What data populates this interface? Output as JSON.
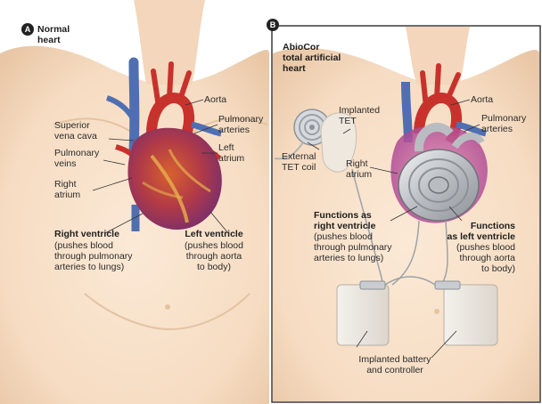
{
  "panel_a": {
    "badge": "A",
    "title": "Normal\nheart",
    "labels": {
      "superior_vena_cava": "Superior\nvena cava",
      "pulmonary_veins": "Pulmonary\nveins",
      "right_atrium": "Right\natrium",
      "aorta": "Aorta",
      "pulmonary_arteries": "Pulmonary\narteries",
      "left_atrium": "Left\natrium",
      "right_ventricle_title": "Right ventricle",
      "right_ventricle_desc": "(pushes blood\nthrough pulmonary\narteries to lungs)",
      "left_ventricle_title": "Left ventricle",
      "left_ventricle_desc": "(pushes blood\nthrough aorta\nto body)"
    }
  },
  "panel_b": {
    "badge": "B",
    "title": "AbioCor\ntotal artificial\nheart",
    "labels": {
      "implanted_tet": "Implanted\nTET",
      "external_tet_coil": "External\nTET coil",
      "right_atrium": "Right\natrium",
      "aorta": "Aorta",
      "pulmonary_arteries": "Pulmonary\narteries",
      "functions_right_title": "Functions as\nright ventricle",
      "functions_right_desc": "(pushes blood\nthrough pulmonary\narteries to lungs)",
      "functions_left_title": "Functions\nas left ventricle",
      "functions_left_desc": "(pushes blood\nthrough aorta\nto body)",
      "battery_controller": "Implanted battery\nand controller"
    }
  },
  "colors": {
    "skin": "#f7e0c8",
    "skin_shade": "#eccaa7",
    "vein_blue": "#4f6fb2",
    "artery_red": "#c8322d",
    "heart_purple": "#8a3c77",
    "device_metal": "#c9ccd0",
    "badge": "#222222"
  }
}
